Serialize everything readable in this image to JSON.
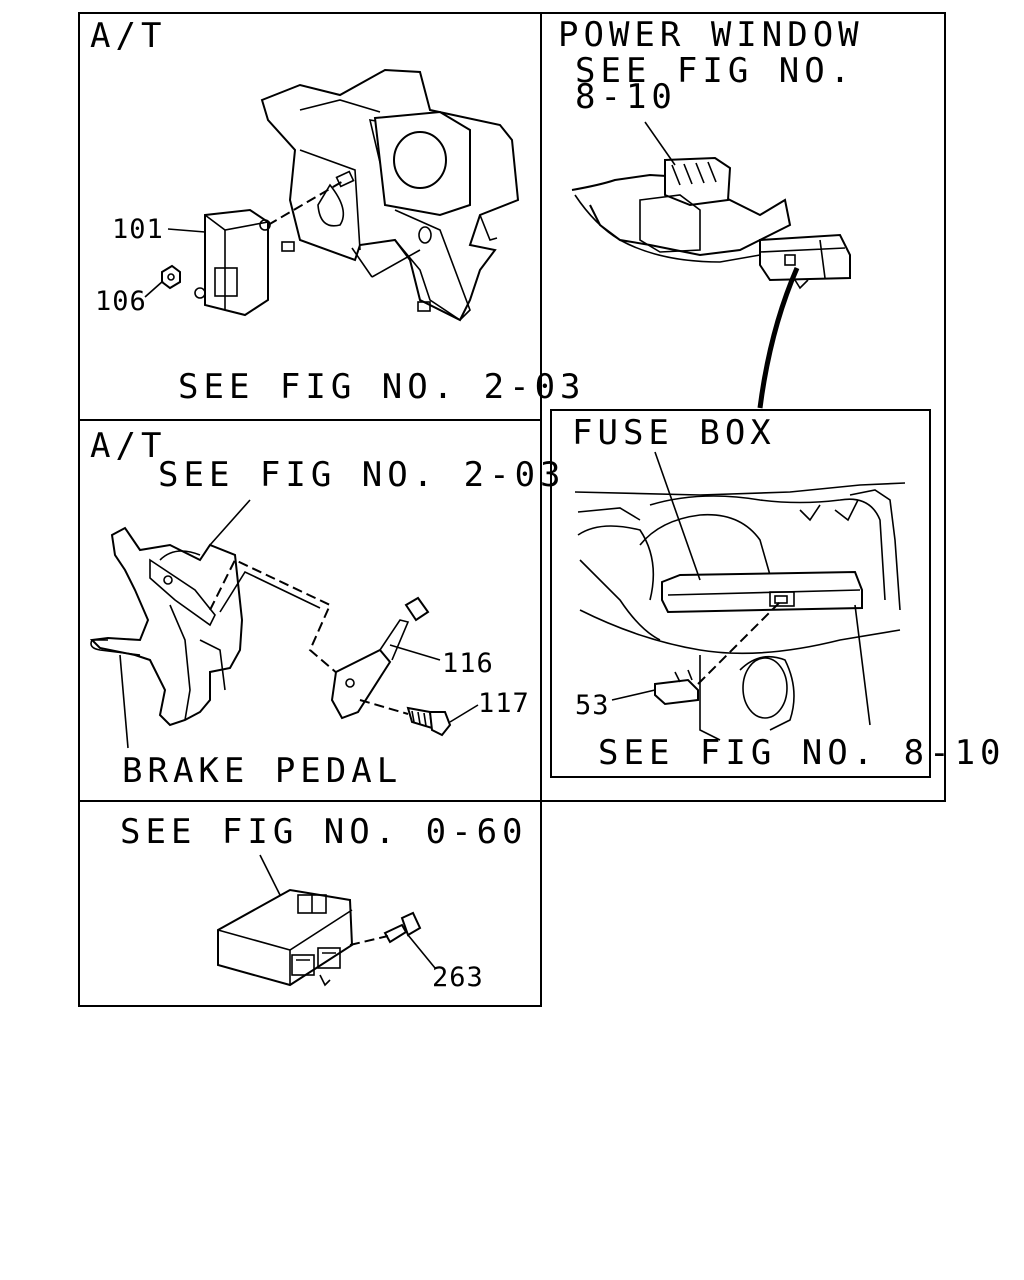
{
  "panels": {
    "at_top": {
      "title": "A/T",
      "ref": "SEE FIG NO. 2-03",
      "callouts": [
        "101",
        "106"
      ]
    },
    "power_window": {
      "title": "POWER WINDOW",
      "ref_line1": "SEE FIG NO.",
      "ref_line2": "8-10"
    },
    "at_middle": {
      "title": "A/T",
      "ref": "SEE FIG NO. 2-03",
      "bottom_label": "BRAKE PEDAL",
      "callouts": [
        "116",
        "117"
      ]
    },
    "fuse_box": {
      "title": "FUSE BOX",
      "ref": "SEE FIG NO. 8-10",
      "callouts": [
        "53"
      ]
    },
    "bottom": {
      "ref": "SEE FIG NO. 0-60",
      "callouts": [
        "263"
      ]
    }
  }
}
